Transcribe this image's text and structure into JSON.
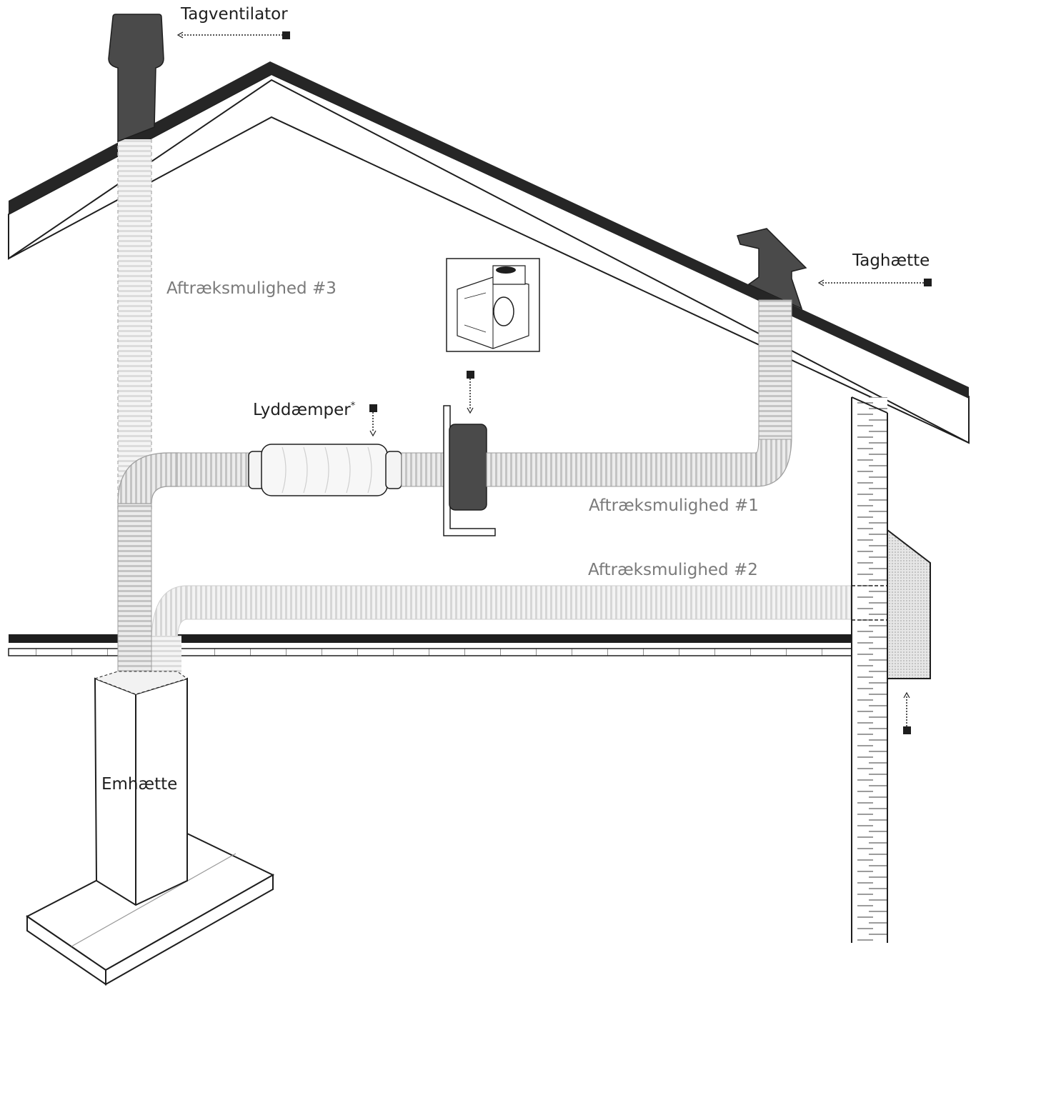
{
  "labels": {
    "roof_vent": "Tagventilator",
    "roof_cap": "Taghætte",
    "option_3": "Aftræksmulighed #3",
    "option_1": "Aftræksmulighed #1",
    "option_2": "Aftræksmulighed #2",
    "silencer": "Lyddæmper",
    "silencer_mark": "*",
    "hood": "Emhætte"
  },
  "colors": {
    "line": "#1e1e1e",
    "fixture": "#4a4a4a",
    "duct_fill": "#e9e9e9",
    "duct_rib": "#bdbdbd",
    "faded": "#d0d0d0",
    "label_gray": "#7a7a7a"
  },
  "icons": {
    "callout_marker": "black-square",
    "callout_leader": "dotted-arrow",
    "fan_unit": "inline-fan-box"
  }
}
